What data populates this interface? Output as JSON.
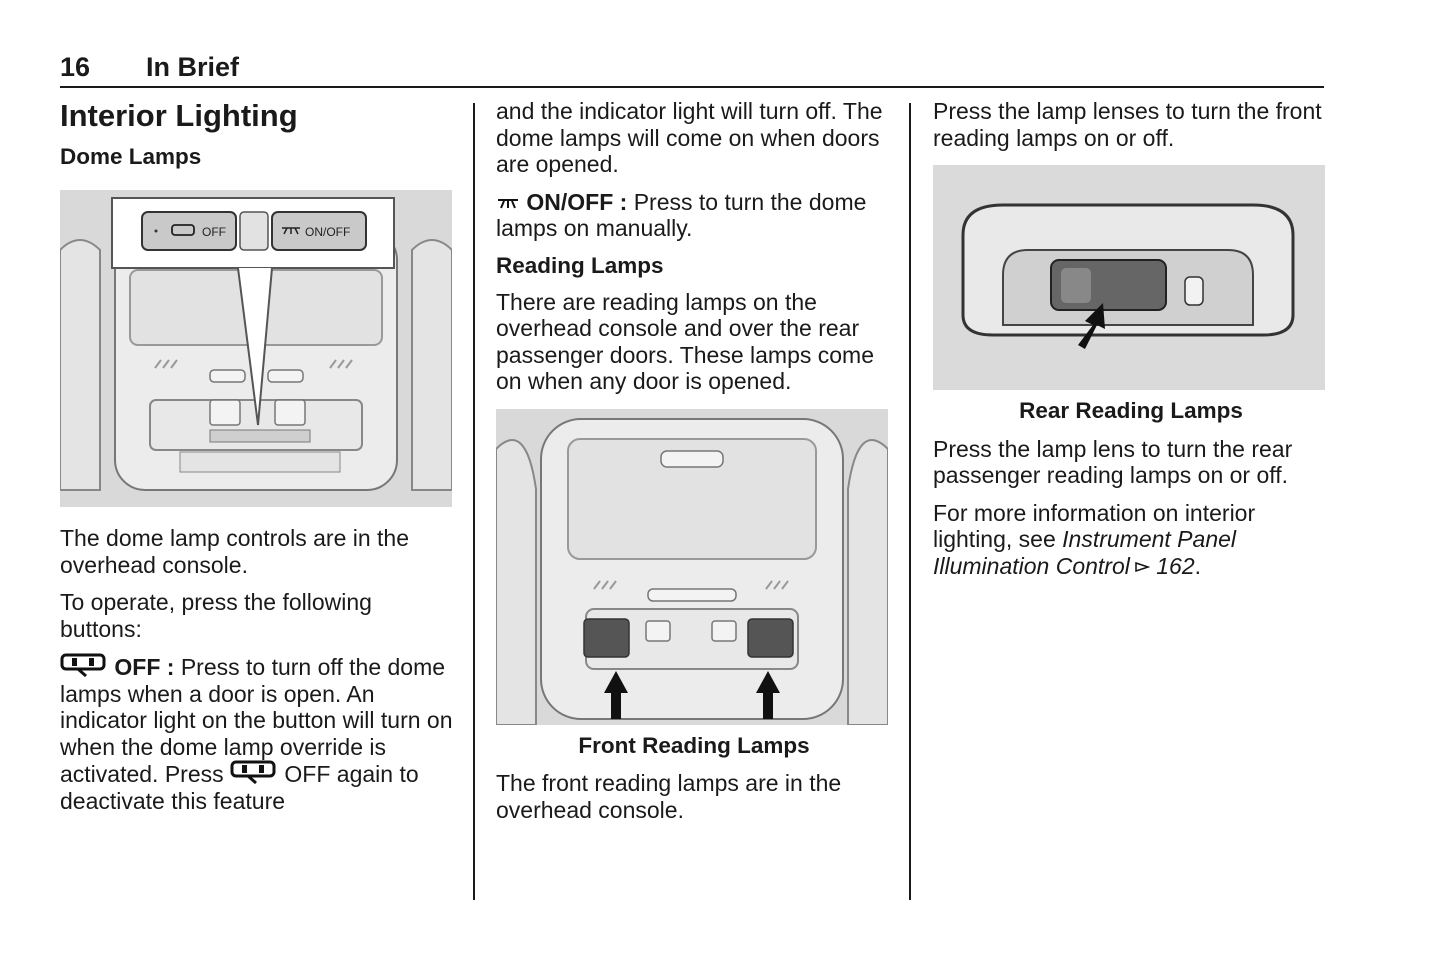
{
  "header": {
    "page_number": "16",
    "section": "In Brief"
  },
  "col1": {
    "title": "Interior Lighting",
    "subtitle": "Dome Lamps",
    "figure_buttons": {
      "off_label": "OFF",
      "onoff_label": "ON/OFF"
    },
    "p1": "The dome lamp controls are in the overhead console.",
    "p2": "To operate, press the following buttons:",
    "off_bold": "OFF :",
    "off_text": " Press to turn off the dome lamps when a door is open. An indicator light on the button will turn on when the dome lamp override is activated. Press ",
    "off_text2": " OFF again to deactivate this feature"
  },
  "col2": {
    "p1": "and the indicator light will turn off. The dome lamps will come on when doors are opened.",
    "onoff_bold": "ON/OFF :",
    "onoff_text": " Press to turn the dome lamps on manually.",
    "reading_title": "Reading Lamps",
    "p2": "There are reading lamps on the overhead console and over the rear passenger doors. These lamps come on when any door is opened.",
    "caption": "Front Reading Lamps",
    "p3": "The front reading lamps are in the overhead console."
  },
  "col3": {
    "p1": "Press the lamp lenses to turn the front reading lamps on or off.",
    "caption": "Rear Reading Lamps",
    "p2": "Press the lamp lens to turn the rear passenger reading lamps on or off.",
    "p3_pre": "For more information on interior lighting, see ",
    "p3_link": "Instrument Panel Illumination Control",
    "p3_page": " 162",
    "p3_post": "."
  },
  "icons": [
    "dome-override-icon",
    "dome-lamp-icon",
    "reference-arrow-icon"
  ]
}
